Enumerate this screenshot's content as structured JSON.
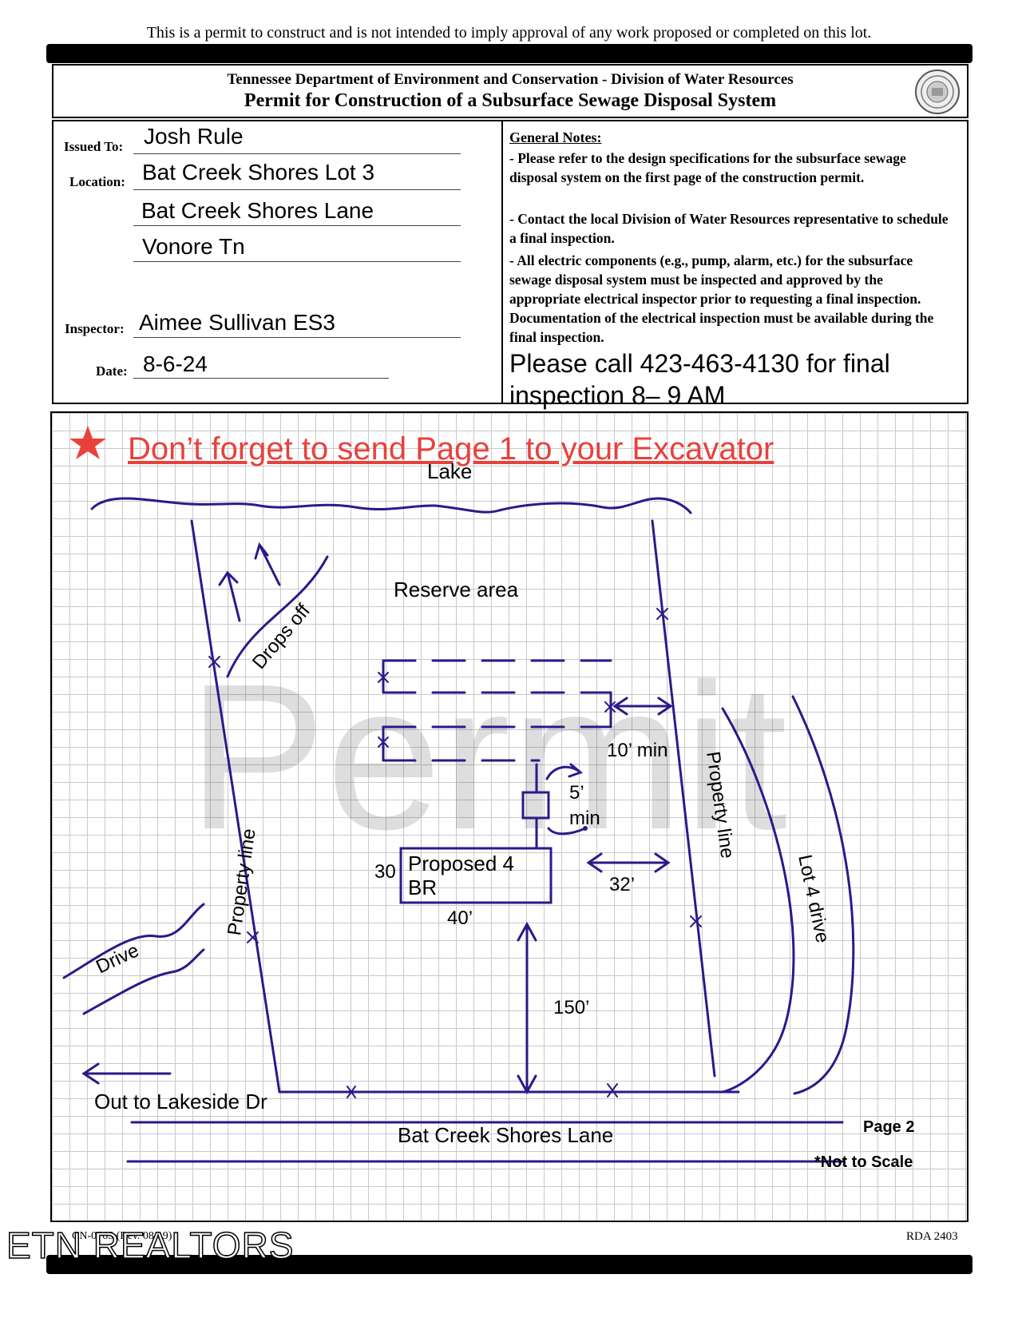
{
  "disclaimer": "This is a permit to construct and is not intended to imply approval of any work proposed or completed on this lot.",
  "header": {
    "department": "Tennessee Department of Environment and Conservation - Division of Water Resources",
    "title": "Permit for Construction of a Subsurface Sewage Disposal System"
  },
  "form": {
    "issued_to_label": "Issued To:",
    "issued_to": "Josh Rule",
    "location_label": "Location:",
    "location_line1": "Bat Creek Shores Lot 3",
    "location_line2": "Bat Creek Shores Lane",
    "location_line3": "Vonore Tn",
    "inspector_label": "Inspector:",
    "inspector": "Aimee Sullivan ES3",
    "date_label": "Date:",
    "date": "8-6-24"
  },
  "notes": {
    "title": "General Notes:",
    "note1": "- Please refer to the design specifications for the subsurface sewage disposal system on the first page of the construction permit.",
    "note2": "- Contact the local Division of Water Resources representative to schedule a final inspection.",
    "note3": "- All electric components (e.g., pump, alarm, etc.) for the subsurface sewage disposal system must be inspected and approved by the appropriate electrical inspector prior to requesting a final inspection. Documentation of the electrical inspection must be available during the final inspection.",
    "call": "Please call 423-463-4130 for final inspection  8– 9   AM"
  },
  "diagram": {
    "reminder": "Don’t forget to send Page 1 to your Excavator",
    "lake": "Lake",
    "reserve_area": "Reserve area",
    "drops_off": "Drops off",
    "ten_min": "10’ min",
    "five": "5’",
    "min": "min",
    "thirty": "30",
    "proposed": "Proposed 4",
    "br": "BR",
    "thirty_two": "32’",
    "forty": "40’",
    "one_fifty": "150’",
    "property_line_left": "Property line",
    "property_line_right": "Property line",
    "lot4_drive": "Lot 4 drive",
    "drive": "Drive",
    "out_to": "Out to Lakeside Dr",
    "road": "Bat Creek Shores Lane",
    "page": "Page 2",
    "not_to_scale": "*Not to Scale",
    "watermark": "Permit"
  },
  "footer": {
    "form_no": "CN-0765 (Rev. 08/19)",
    "rda": "RDA 2403",
    "brand": "ETN REALTORS"
  },
  "colors": {
    "ink": "#2a1a8a",
    "reminder_red": "#e8413c",
    "grid": "#c9c9c9"
  }
}
